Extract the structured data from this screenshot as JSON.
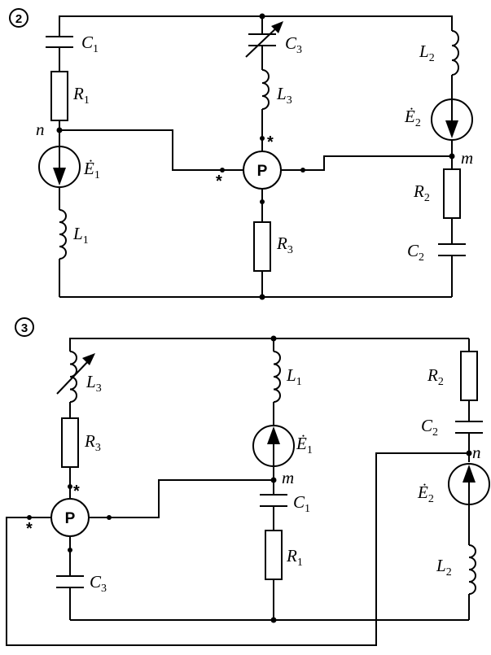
{
  "diagrams": [
    {
      "number": "2",
      "components": {
        "C1": {
          "letter": "C",
          "sub": "1"
        },
        "R1": {
          "letter": "R",
          "sub": "1"
        },
        "E1": {
          "letter": "Ė",
          "sub": "1"
        },
        "L1": {
          "letter": "L",
          "sub": "1"
        },
        "C3": {
          "letter": "C",
          "sub": "3"
        },
        "L3": {
          "letter": "L",
          "sub": "3"
        },
        "R3": {
          "letter": "R",
          "sub": "3"
        },
        "L2": {
          "letter": "L",
          "sub": "2"
        },
        "E2": {
          "letter": "Ė",
          "sub": "2"
        },
        "R2": {
          "letter": "R",
          "sub": "2"
        },
        "C2": {
          "letter": "C",
          "sub": "2"
        }
      },
      "nodes": {
        "n": "n",
        "m": "m"
      },
      "meter": "P",
      "star": "*"
    },
    {
      "number": "3",
      "components": {
        "L3": {
          "letter": "L",
          "sub": "3"
        },
        "R3": {
          "letter": "R",
          "sub": "3"
        },
        "C3": {
          "letter": "C",
          "sub": "3"
        },
        "L1": {
          "letter": "L",
          "sub": "1"
        },
        "E1": {
          "letter": "Ė",
          "sub": "1"
        },
        "C1": {
          "letter": "C",
          "sub": "1"
        },
        "R1": {
          "letter": "R",
          "sub": "1"
        },
        "R2": {
          "letter": "R",
          "sub": "2"
        },
        "C2": {
          "letter": "C",
          "sub": "2"
        },
        "E2": {
          "letter": "Ė",
          "sub": "2"
        },
        "L2": {
          "letter": "L",
          "sub": "2"
        }
      },
      "nodes": {
        "m": "m",
        "n": "n"
      },
      "meter": "P",
      "star": "*"
    }
  ]
}
